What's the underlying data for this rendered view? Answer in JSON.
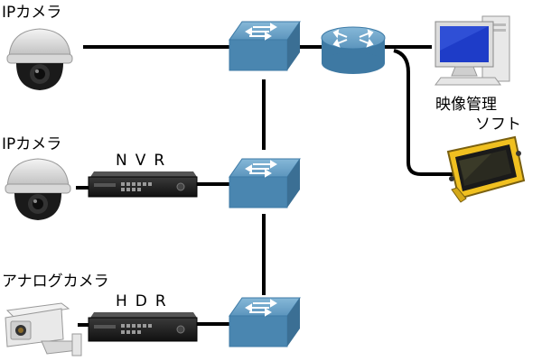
{
  "labels": {
    "ip_camera_1": "IPカメラ",
    "ip_camera_2": "IPカメラ",
    "analog_camera": "アナログカメラ",
    "nvr": "NVR",
    "hdr": "HDR",
    "software_line1": "映像管理",
    "software_line2": "ソフト"
  },
  "colors": {
    "switch_top": "#6fa6c8",
    "switch_side": "#3d7aa6",
    "line": "#000000",
    "tablet_frame": "#f0c020"
  }
}
